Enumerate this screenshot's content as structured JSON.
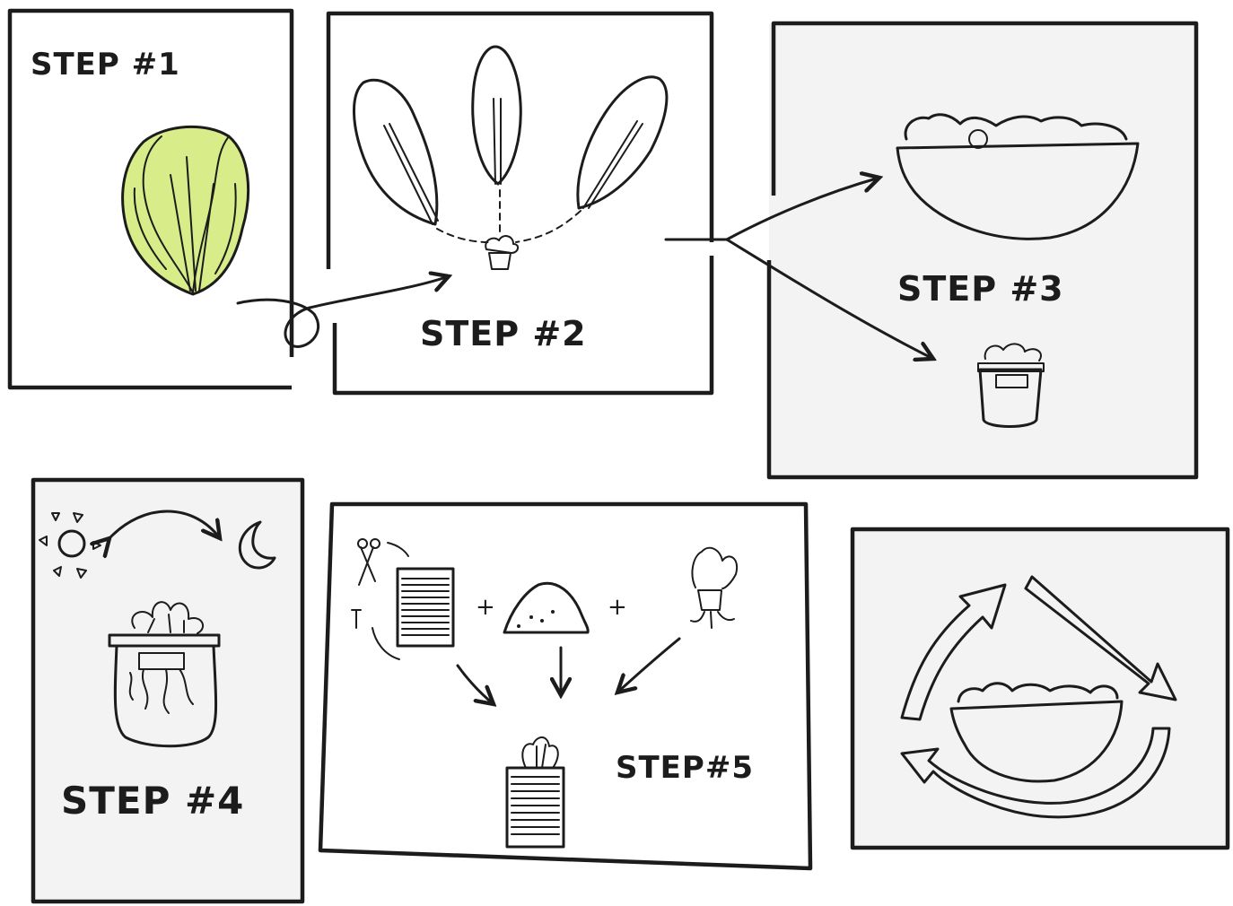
{
  "steps": {
    "step1": "STEP #1",
    "step2": "STEP #2",
    "step3": "STEP #3",
    "step4": "STEP #4",
    "step5": "STEP#5"
  },
  "symbols": {
    "plus": "+"
  },
  "colors": {
    "ink": "#1c1c1c",
    "lettuce": "#d8ec8a",
    "lettuce_light": "#ecf6b8",
    "panel_tint": "#f3f3f4"
  }
}
